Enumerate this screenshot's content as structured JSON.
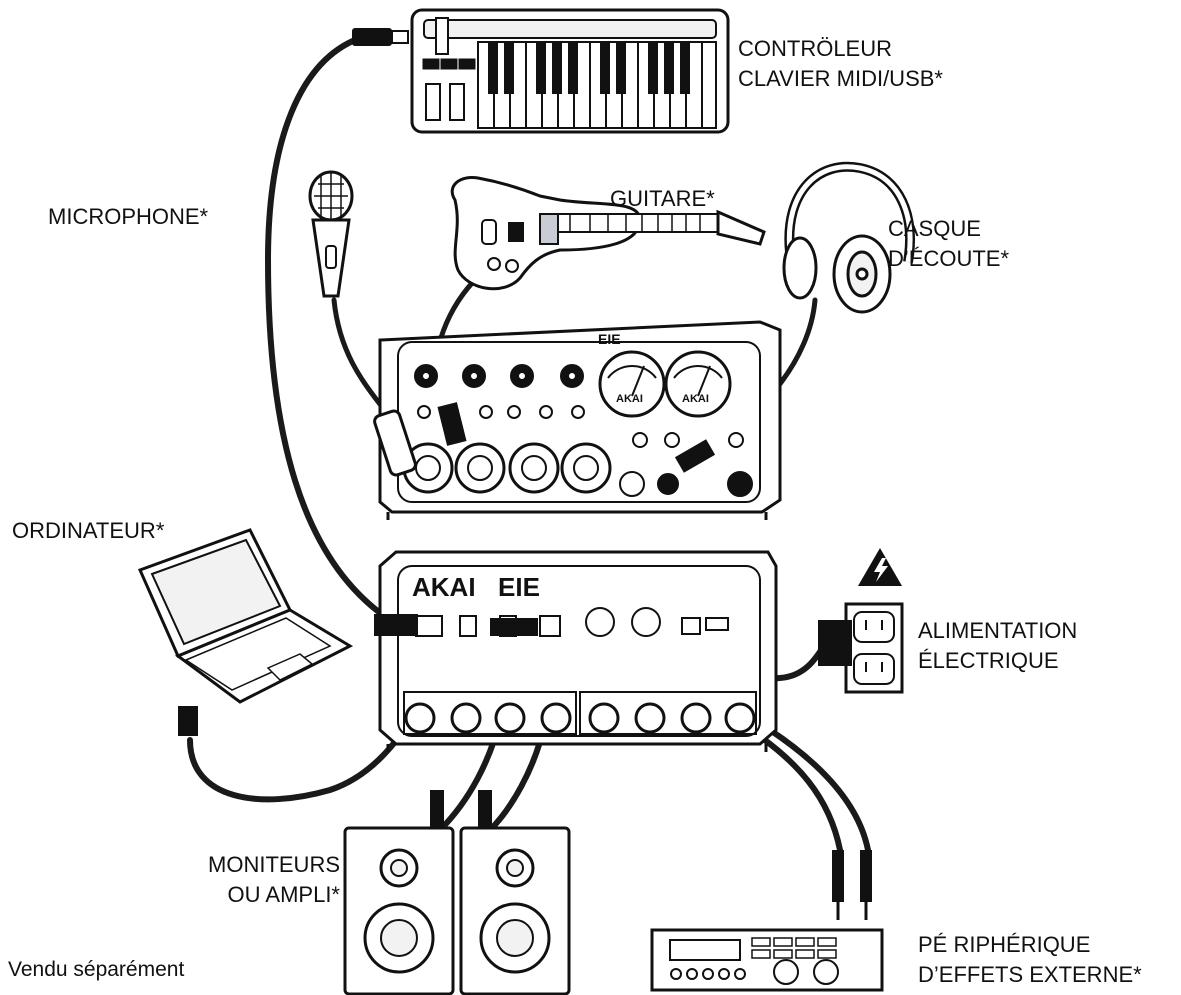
{
  "labels": {
    "midi_keyboard": [
      "CONTRÖLEUR",
      "CLAVIER MIDI/USB*"
    ],
    "guitar": "GUITARE*",
    "microphone": "MICROPHONE*",
    "headphones": [
      "CASQUE",
      "D’ÉCOUTE*"
    ],
    "computer": "ORDINATEUR*",
    "power": [
      "ALIMENTATION",
      "ÉLECTRIQUE"
    ],
    "monitors": [
      "MONITEURS",
      "OU AMPLI*"
    ],
    "effects": [
      "PÉ RIPHÉRIQUE",
      "D’EFFETS EXTERNE*"
    ],
    "footnote": "Vendu séparément"
  },
  "device": {
    "front_brand": "EIE",
    "rear_brand": "AKAI",
    "rear_model": "EIE",
    "meter_brand": "AKAI"
  },
  "colors": {
    "line": "#111111",
    "cable": "#1a1a1a",
    "fill": "#ffffff",
    "shade": "#d9d9d9"
  },
  "icons": [
    "warning-triangle-icon",
    "lightning-icon"
  ]
}
